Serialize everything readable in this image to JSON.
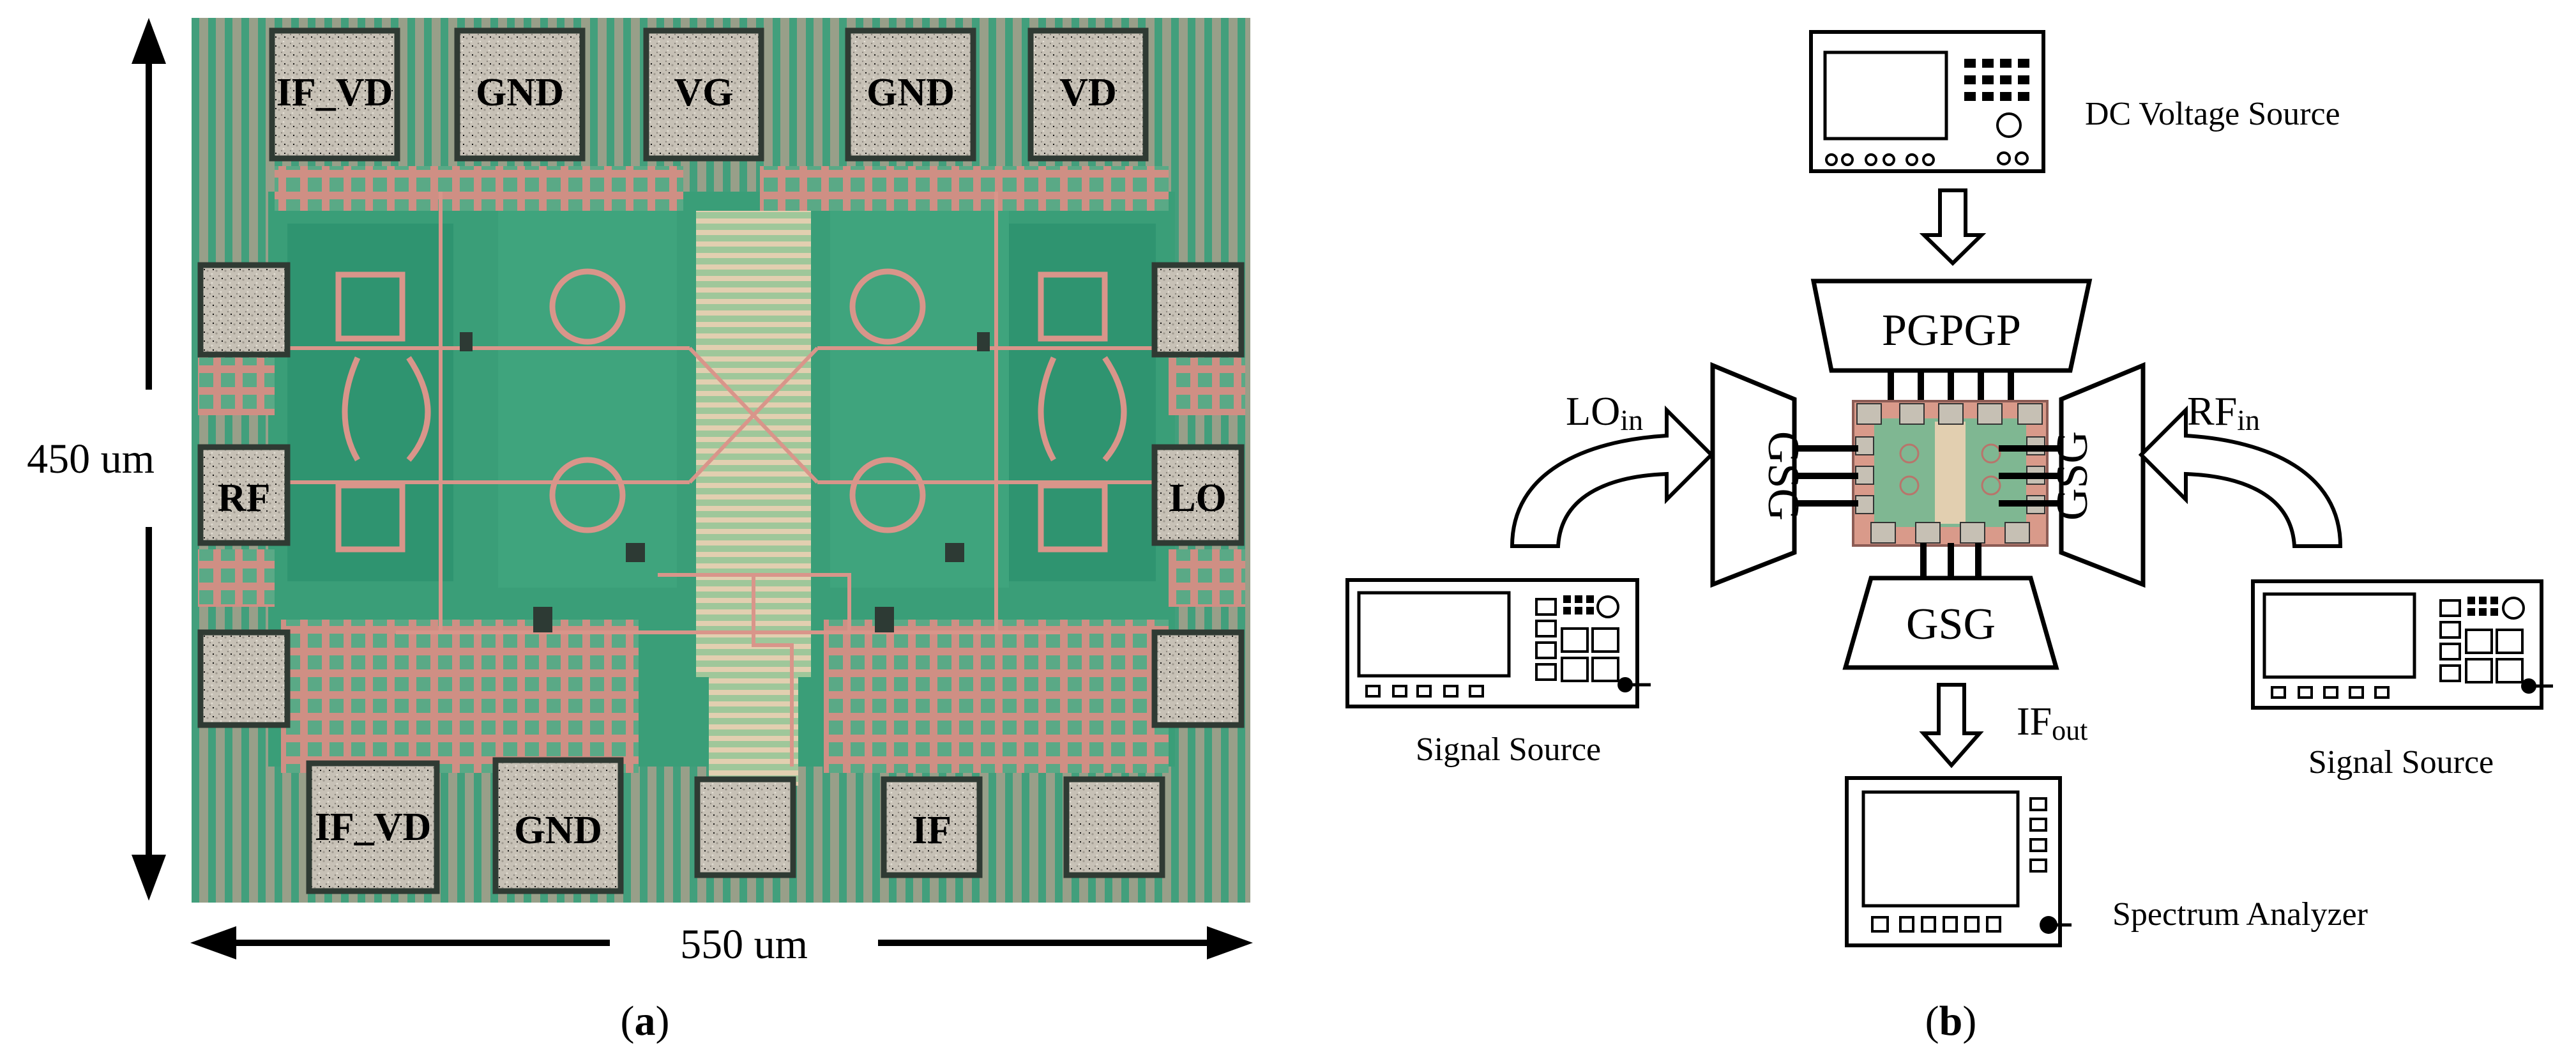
{
  "panel_a": {
    "caption_open": "(",
    "caption_letter": "a",
    "caption_close": ")",
    "height_label": "450 um",
    "width_label": "550 um",
    "pads": {
      "top": [
        "IF_VD",
        "GND",
        "VG",
        "GND",
        "VD"
      ],
      "left_middle": "RF",
      "right_middle": "LO",
      "bottom": [
        "IF_VD",
        "GND",
        "",
        "IF",
        ""
      ]
    },
    "colors": {
      "die_green": "#3a9e78",
      "metal_pink": "#cf8f84",
      "pad_gray": "#c9c3b8",
      "pad_border": "#2f3a33"
    }
  },
  "panel_b": {
    "caption_open": "(",
    "caption_letter": "b",
    "caption_close": ")",
    "dc_source_label": "DC Voltage Source",
    "probe_top": "PGPGP",
    "probe_left": "GSG",
    "probe_right": "GSG",
    "probe_bottom": "GSG",
    "lo_in": {
      "main": "LO",
      "sub": "in"
    },
    "rf_in": {
      "main": "RF",
      "sub": "in"
    },
    "if_out": {
      "main": "IF",
      "sub": "out"
    },
    "left_instrument_label": "Signal Source",
    "right_instrument_label": "Signal Source",
    "bottom_instrument_label": "Spectrum Analyzer"
  }
}
